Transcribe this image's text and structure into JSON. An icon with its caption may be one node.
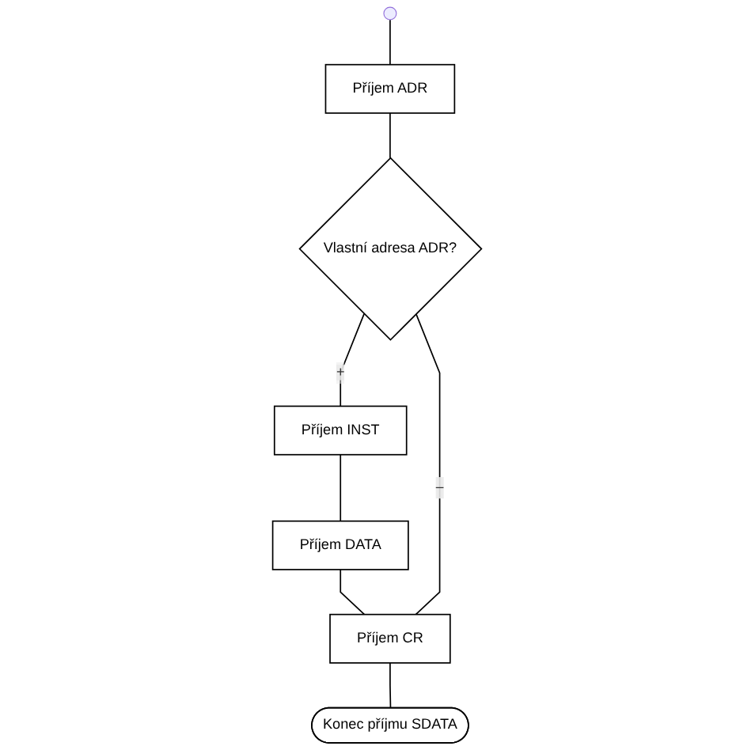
{
  "diagram": {
    "nodes": [
      {
        "text": [],
        "shape": "circle"
      },
      {
        "text": [
          "Příjem ADR"
        ]
      },
      {
        "text": [
          "Vlastní adresa ADR?"
        ]
      },
      {
        "text": [
          "Příjem INST"
        ]
      },
      {
        "text": [
          "Příjem DATA"
        ]
      },
      {
        "text": [
          "Příjem CR"
        ]
      },
      {
        "text": [
          "Konec příjmu SDATA"
        ]
      }
    ],
    "edges": [
      {
        "from": 0,
        "to": 1,
        "arrow": "none"
      },
      {
        "from": 1,
        "to": 2,
        "arrow": "none"
      },
      {
        "from": 2,
        "to": 3,
        "arrow": "none",
        "label": "+"
      },
      {
        "from": 3,
        "to": 4,
        "arrow": "none"
      },
      {
        "from": 4,
        "to": 5,
        "arrow": "none"
      },
      {
        "from": 2,
        "to": 5,
        "arrow": "none",
        "label": "–"
      },
      {
        "from": 5,
        "to": 6,
        "arrow": "none"
      }
    ]
  }
}
